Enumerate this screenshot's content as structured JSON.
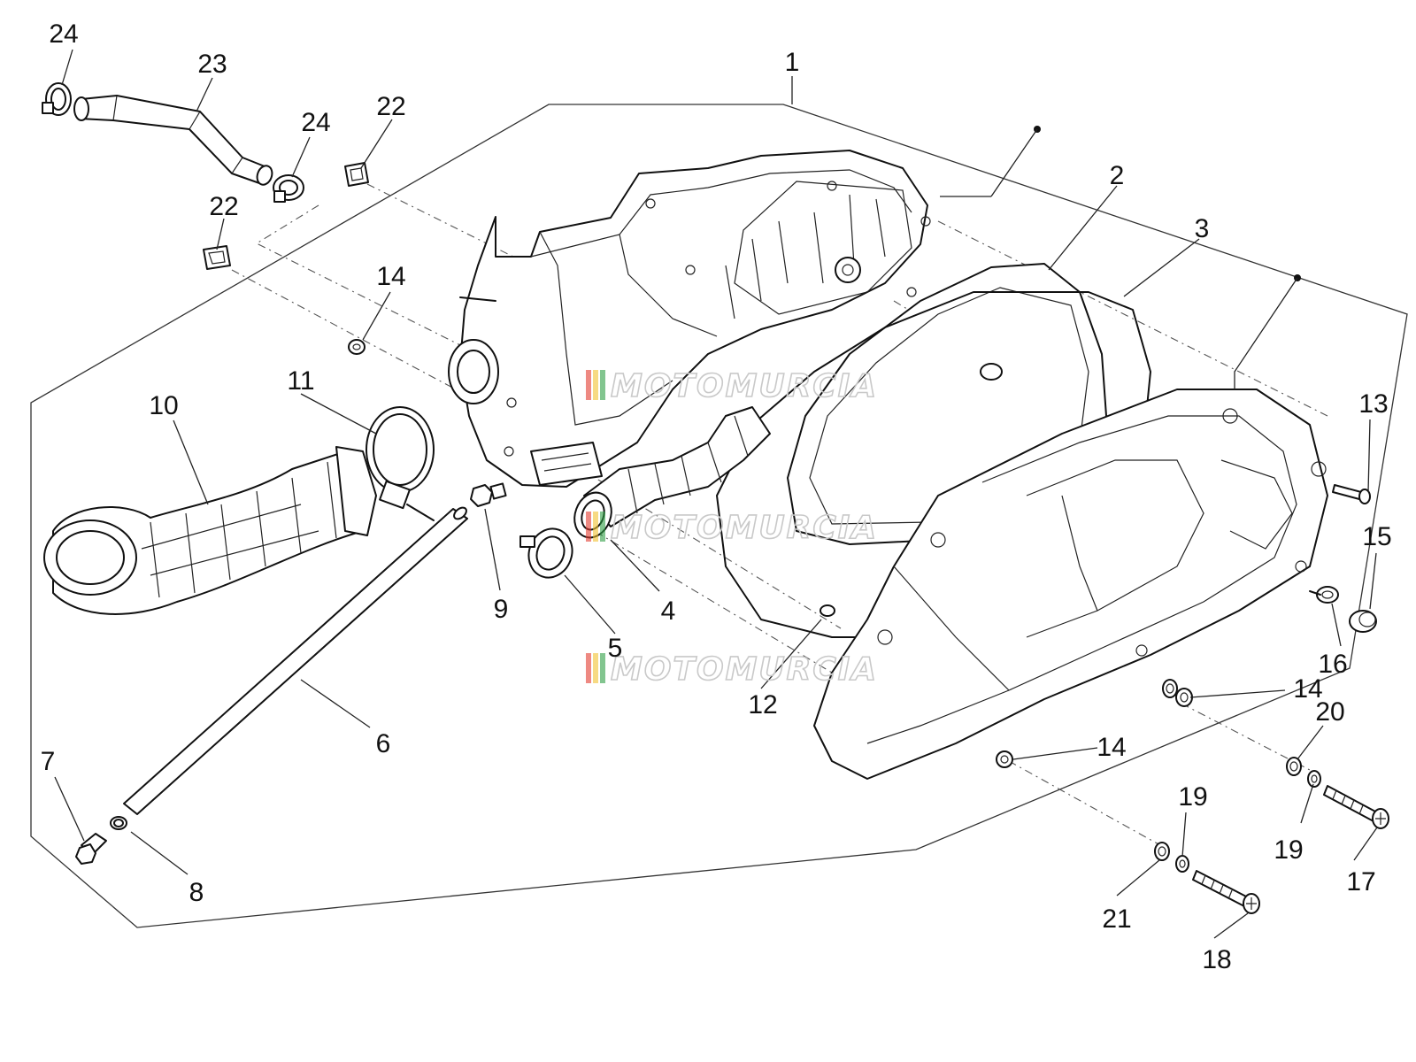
{
  "watermark": {
    "text": "MOTOMURCIA",
    "stripe_colors": [
      "#e23b2e",
      "#f2c230",
      "#2f9e44"
    ]
  },
  "callouts": {
    "c1": "1",
    "c2": "2",
    "c3": "3",
    "c4": "4",
    "c5": "5",
    "c6": "6",
    "c7": "7",
    "c8": "8",
    "c9": "9",
    "c10": "10",
    "c11": "11",
    "c12": "12",
    "c13": "13",
    "c14a": "14",
    "c14b": "14",
    "c14c": "14",
    "c15": "15",
    "c16": "16",
    "c17": "17",
    "c18": "18",
    "c19a": "19",
    "c19b": "19",
    "c20": "20",
    "c21": "21",
    "c22a": "22",
    "c22b": "22",
    "c23": "23",
    "c24a": "24",
    "c24b": "24"
  }
}
